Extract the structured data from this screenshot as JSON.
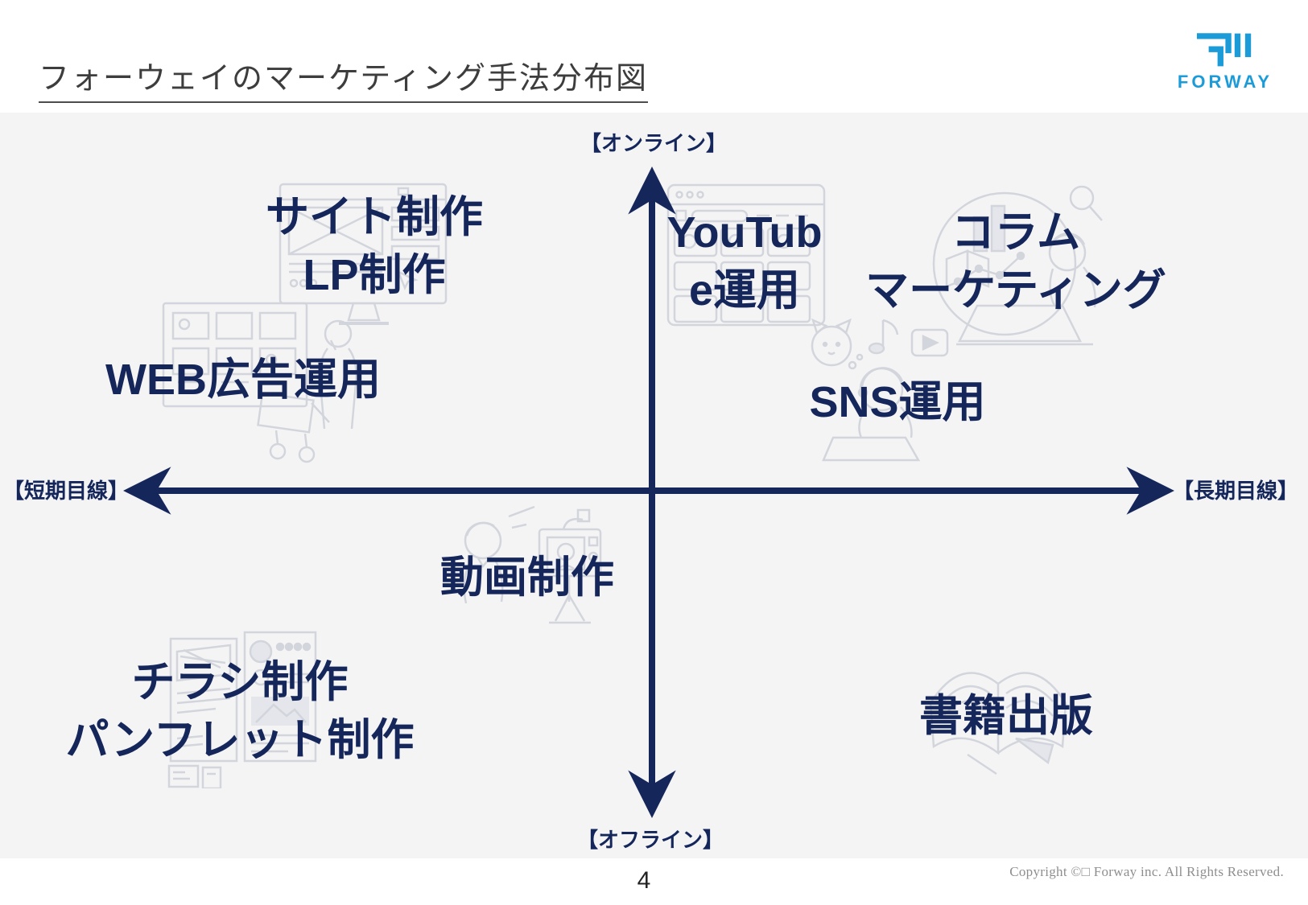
{
  "header": {
    "title": "フォーウェイのマーケティング手法分布図",
    "logo_text": "FORWAY"
  },
  "diagram": {
    "axis_labels": {
      "top": "【オンライン】",
      "bottom": "【オフライン】",
      "left": "【短期目線】",
      "right": "【長期目線】"
    },
    "items": {
      "site_lp": {
        "lines": [
          "サイト制作",
          "LP制作"
        ],
        "quadrant": "オンライン×短期目線"
      },
      "web_ad": {
        "label": "WEB広告運用",
        "quadrant": "オンライン×短期目線"
      },
      "youtube": {
        "lines": [
          "YouTub",
          "e運用"
        ],
        "full_label": "YouTube運用",
        "quadrant": "オンライン×長期目線"
      },
      "column": {
        "lines": [
          "コラム",
          "マーケティング"
        ],
        "quadrant": "オンライン×長期目線"
      },
      "sns": {
        "label": "SNS運用",
        "quadrant": "オンライン×長期目線"
      },
      "video": {
        "label": "動画制作",
        "quadrant": "オフライン×短期目線"
      },
      "flyer": {
        "lines": [
          "チラシ制作",
          "パンフレット制作"
        ],
        "quadrant": "オフライン×短期目線"
      },
      "book": {
        "label": "書籍出版",
        "quadrant": "オフライン×長期目線"
      }
    },
    "illustrations": [
      "website-wireframe",
      "web-ad-shopper",
      "youtube-browser",
      "column-research",
      "sns-laptop",
      "video-shoot",
      "flyer-pamphlet",
      "open-book"
    ]
  },
  "footer": {
    "page_number": "4",
    "copyright": "Copyright ©□ Forway inc. All Rights Reserved."
  },
  "colors": {
    "navy": "#15265b",
    "logo_blue": "#1b9cd8",
    "board_gray": "#f4f4f5",
    "title_gray": "#3d3d3d",
    "illustration_gray": "#d2d4db",
    "copyright_gray": "#8e8e8e"
  }
}
